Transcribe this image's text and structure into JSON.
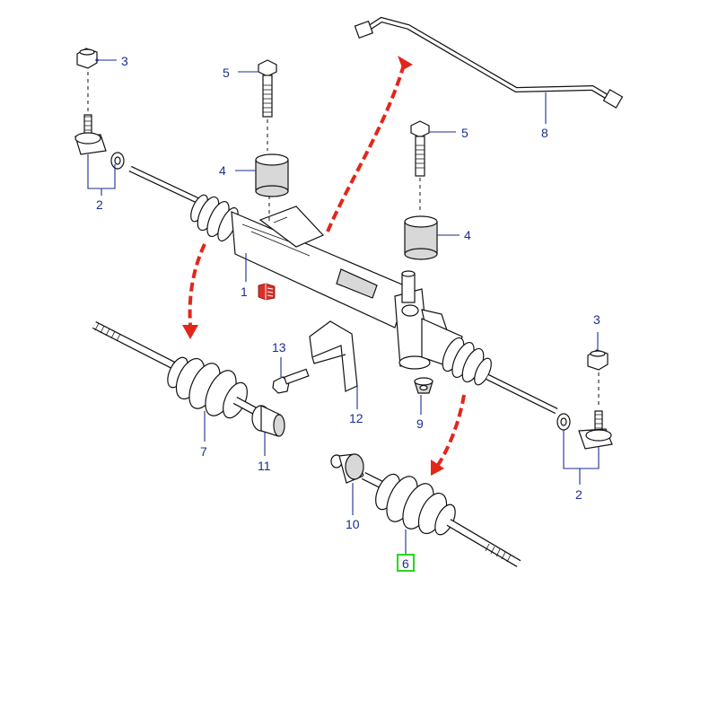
{
  "callouts": {
    "c1": "1",
    "c2_left": "2",
    "c2_right": "2",
    "c3_left": "3",
    "c3_right": "3",
    "c4_left": "4",
    "c4_right": "4",
    "c5_left": "5",
    "c5_right": "5",
    "c6": "6",
    "c7": "7",
    "c8": "8",
    "c9": "9",
    "c10": "10",
    "c11": "11",
    "c12": "12",
    "c13": "13"
  },
  "colors": {
    "callout_text": "#1a2e8f",
    "arrow": "#e3261c",
    "highlight": "#27d81a",
    "info_icon": "#d9302a"
  },
  "icons": [
    "info-book-icon"
  ]
}
